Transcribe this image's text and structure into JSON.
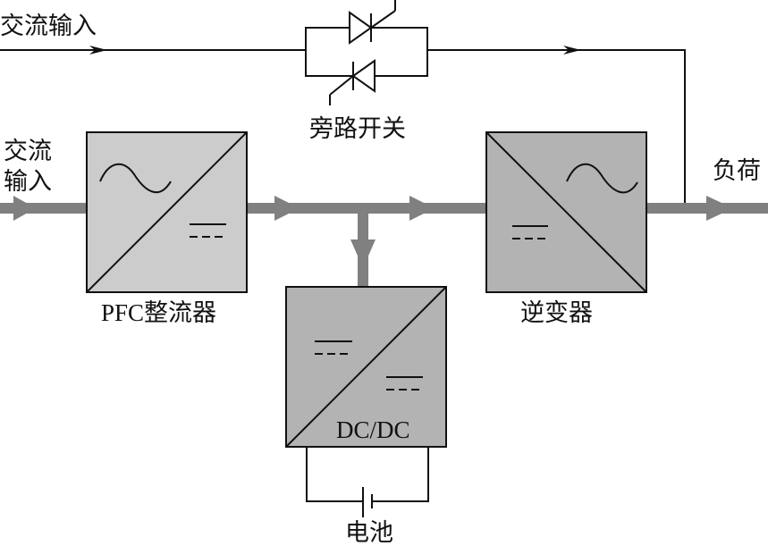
{
  "diagram": {
    "title": "UPS block diagram",
    "colors": {
      "line": "#111111",
      "power_path": "#808080",
      "rectifier_fill": "#cccccc",
      "dcdc_fill": "#b3b3b3",
      "inverter_fill": "#b3b3b3",
      "background": "#ffffff"
    },
    "labels": {
      "bypass_input": "交流输入",
      "main_input_line1": "交流",
      "main_input_line2": "输入",
      "bypass_switch": "旁路开关",
      "load": "负荷",
      "rectifier": "PFC整流器",
      "inverter": "逆变器",
      "dcdc": "DC/DC",
      "battery": "电池"
    },
    "blocks": [
      {
        "id": "rectifier",
        "label": "PFC整流器",
        "input": "AC",
        "output": "DC"
      },
      {
        "id": "dcdc",
        "label": "DC/DC",
        "input": "DC",
        "output": "DC"
      },
      {
        "id": "inverter",
        "label": "逆变器",
        "input": "DC",
        "output": "AC"
      }
    ],
    "connections": [
      {
        "from": "main_input",
        "to": "rectifier",
        "type": "power"
      },
      {
        "from": "rectifier",
        "to": "inverter",
        "type": "power"
      },
      {
        "from": "dc_bus",
        "to": "dcdc",
        "type": "power"
      },
      {
        "from": "inverter",
        "to": "load",
        "type": "power"
      },
      {
        "from": "bypass_input",
        "to": "bypass_switch",
        "type": "signal"
      },
      {
        "from": "bypass_switch",
        "to": "load",
        "type": "signal"
      },
      {
        "from": "dcdc",
        "to": "battery",
        "type": "wire"
      }
    ]
  }
}
